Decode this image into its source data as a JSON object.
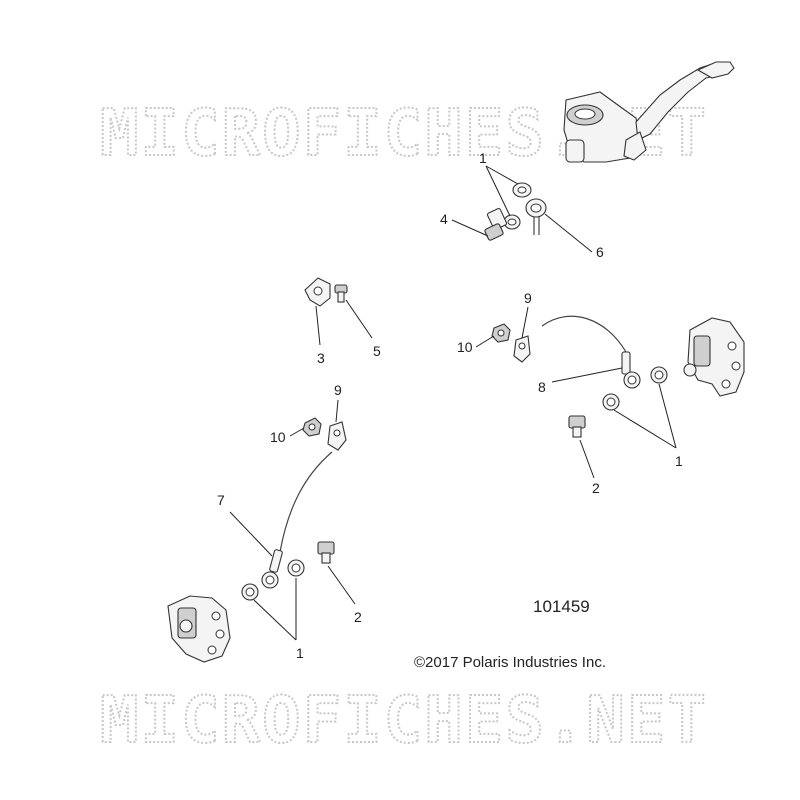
{
  "watermark": {
    "text": "MICROFICHES.NET"
  },
  "diagram_id": "101459",
  "copyright": "©2017 Polaris Industries Inc.",
  "callouts": {
    "c1_top": "1",
    "c4": "4",
    "c6": "6",
    "c9_right": "9",
    "c10_right": "10",
    "c8": "8",
    "c2_right": "2",
    "c1_right": "1",
    "c3": "3",
    "c5": "5",
    "c9_left": "9",
    "c10_left": "10",
    "c7": "7",
    "c2_left": "2",
    "c1_left": "1"
  }
}
